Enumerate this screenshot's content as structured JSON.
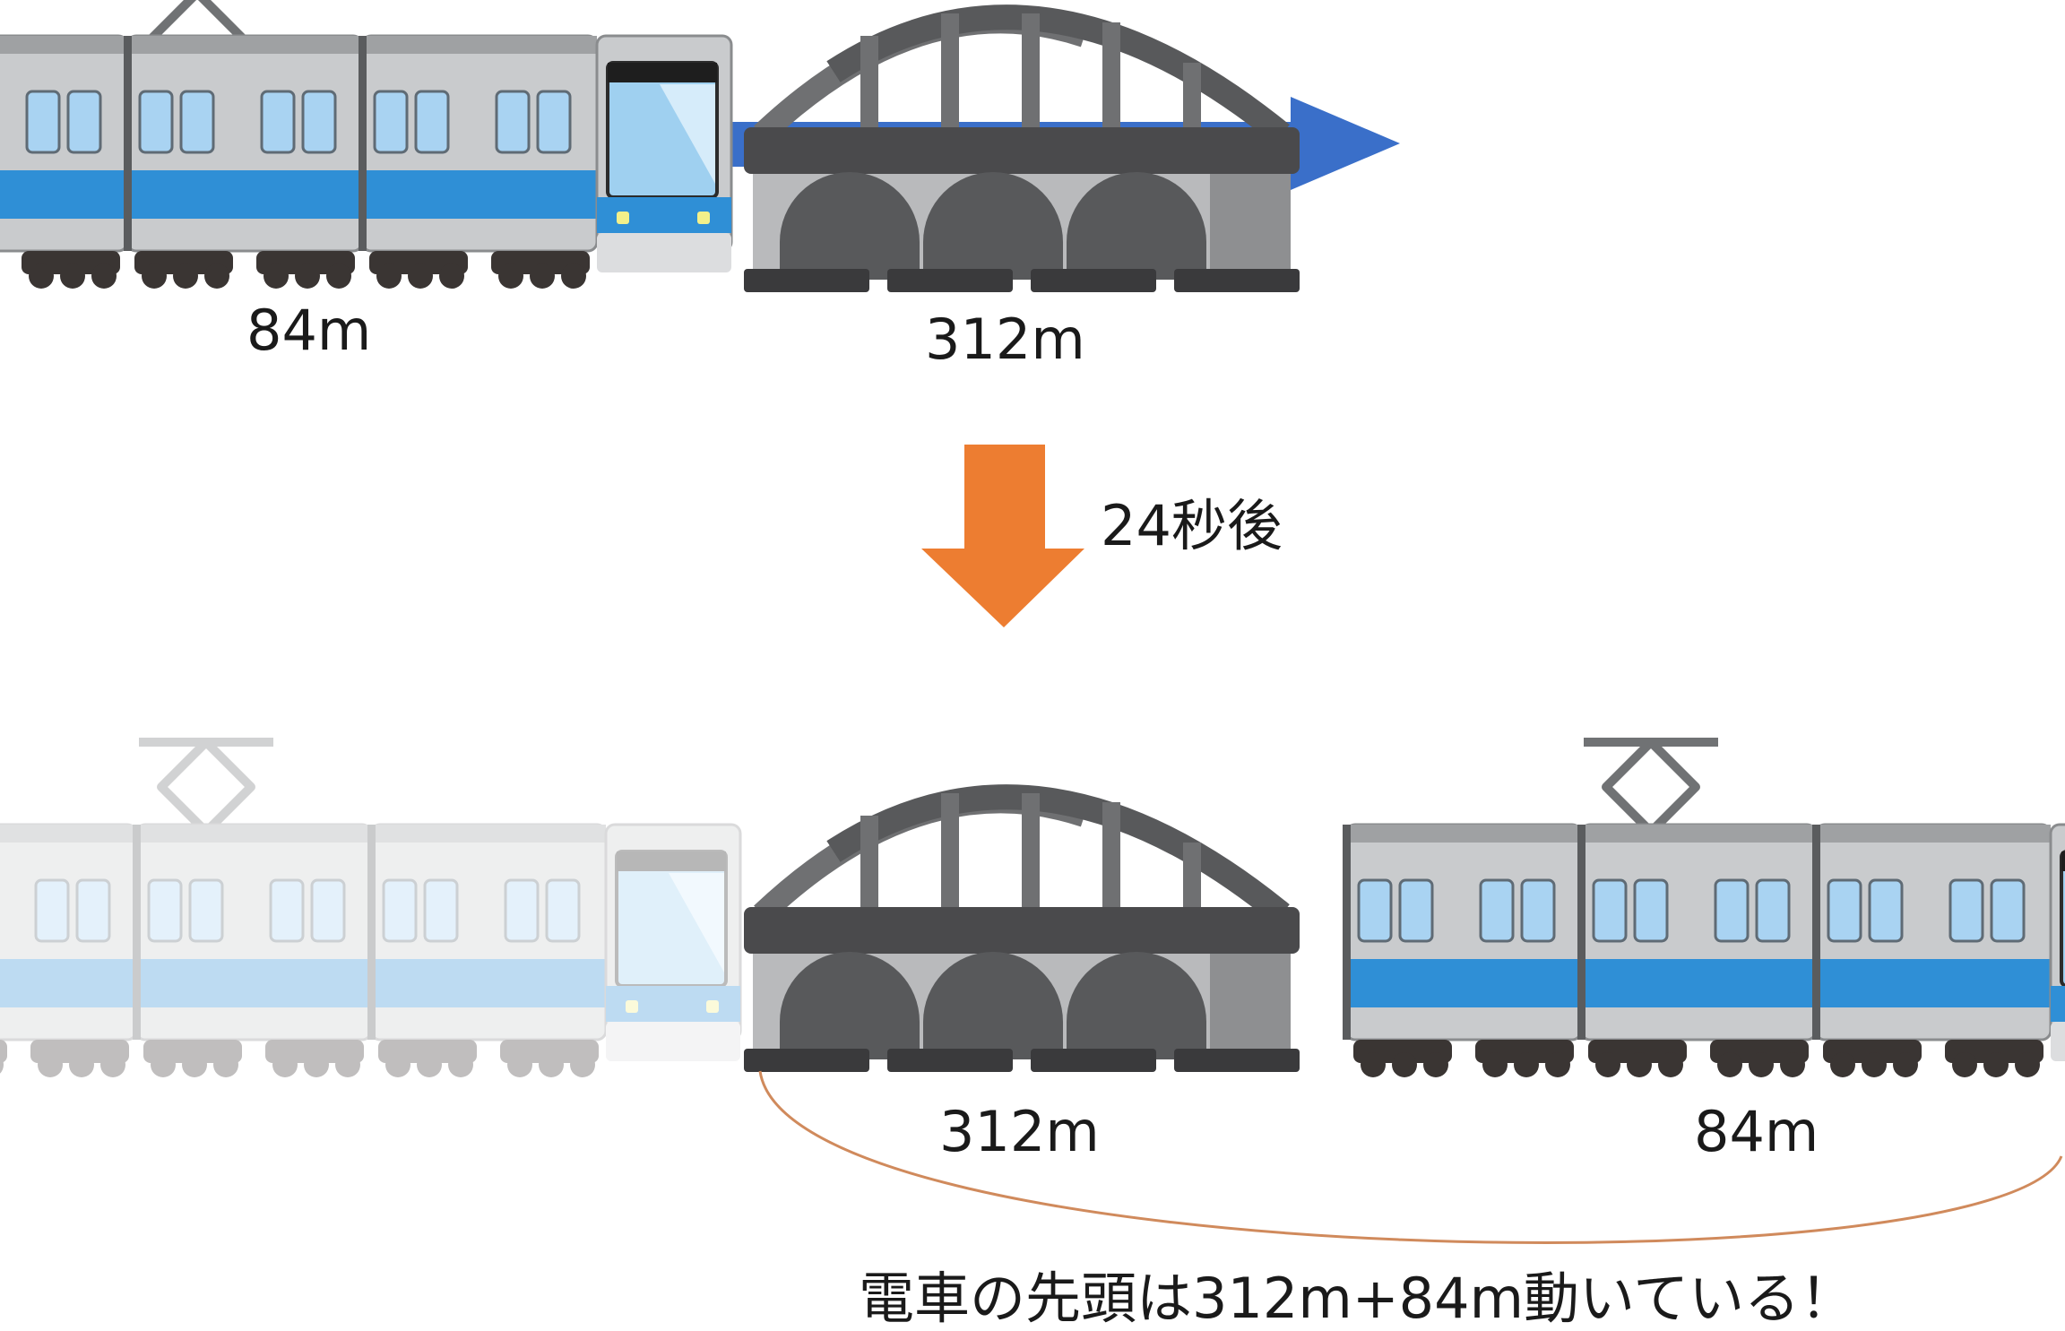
{
  "scene_before": {
    "train_length_label": "84m",
    "bridge_length_label": "312m"
  },
  "time_step": {
    "label": "24秒後"
  },
  "scene_after": {
    "bridge_length_label": "312m",
    "train_length_label": "84m"
  },
  "conclusion": {
    "text": "電車の先頭は312m+84m動いている！"
  },
  "colors": {
    "train_body": "#c9cbcd",
    "train_stripe": "#2f8fd6",
    "window": "#a9d3f2",
    "bridge_dark": "#4a4a4c",
    "bridge_mid": "#6f7072",
    "bridge_light": "#b9babc",
    "motion_arrow": "#3a6fc9",
    "time_arrow": "#ed7d31",
    "brace": "#d08a5c"
  }
}
